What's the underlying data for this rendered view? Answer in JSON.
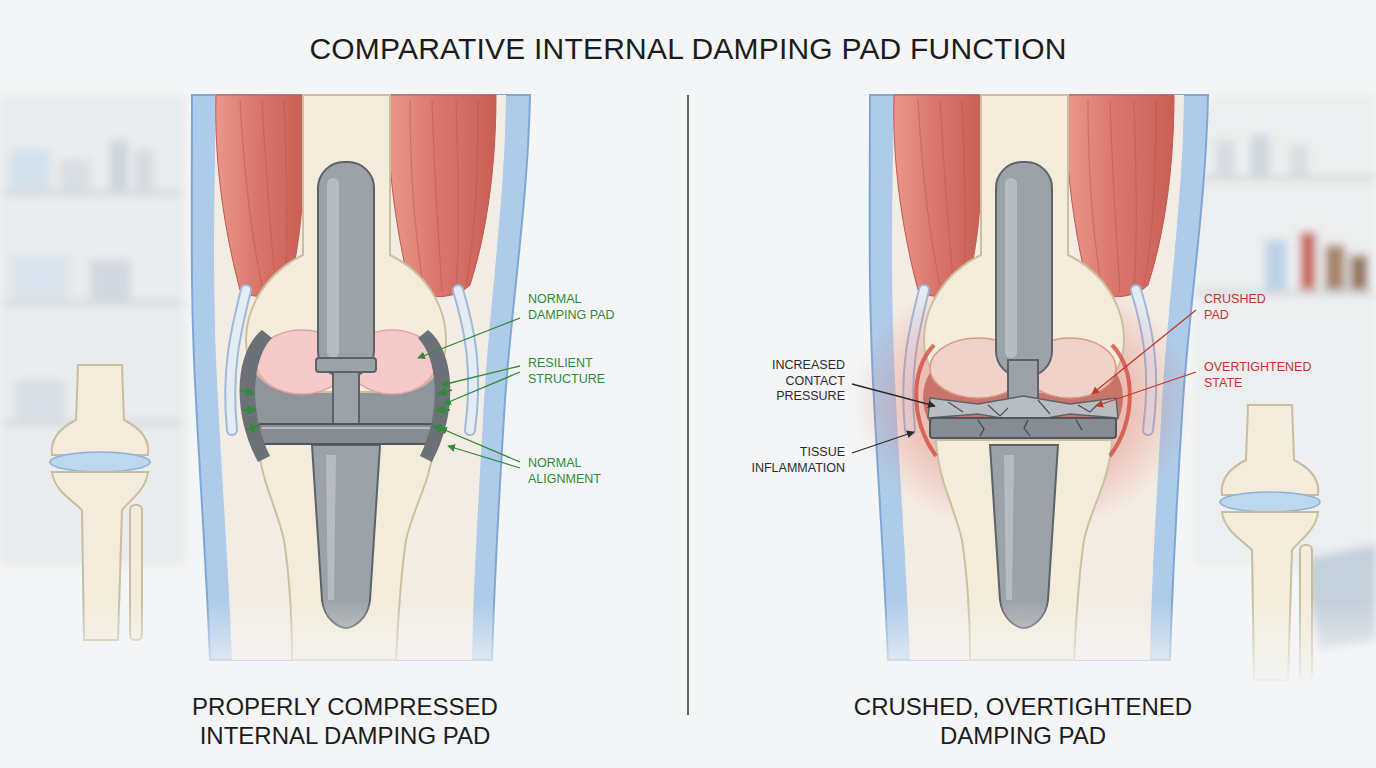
{
  "diagram": {
    "title": "COMPARATIVE INTERNAL DAMPING PAD FUNCTION",
    "labels": [
      "NORMAL DAMPING PAD",
      "RESILIENT STRUCTURE",
      "NORMAL ALIGNMENT",
      "PROPERLY COMPRESSED INTERNAL DAMPING PAD",
      "INCREASED CONTACT PRESSURE",
      "TISSUE INFLAMMATION",
      "CRUSHED PAD",
      "OVERTIGHTENED STATE",
      "CRUSHED, OVERTIGHTENED DAMPING PAD"
    ]
  }
}
